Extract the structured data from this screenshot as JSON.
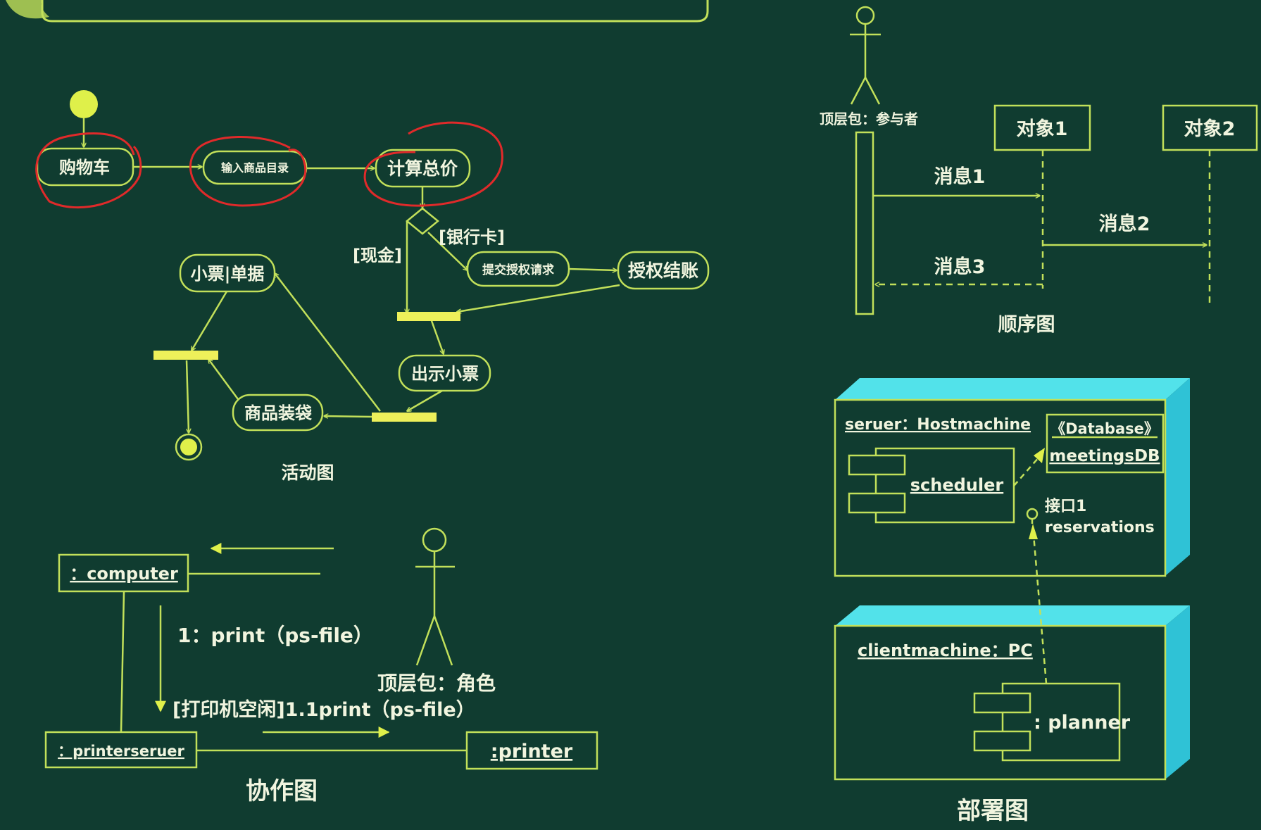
{
  "colors": {
    "background": "#103c30",
    "line": "#c2e05a",
    "text": "#f1f5df",
    "bar": "#eef05a",
    "circle": "#dff04a",
    "annotation": "#e02a2a",
    "node_top": "#52e2ea",
    "node_side": "#2fc2d6"
  },
  "activity": {
    "caption": "活动图",
    "nodes": {
      "cart": "购物车",
      "enter_catalog": "输入商品目录",
      "total": "计算总价",
      "submit_auth": "提交授权请求",
      "authorize": "授权结账",
      "show_receipt": "出示小票",
      "bagging": "商品装袋",
      "receipt": "小票|单据"
    },
    "guards": {
      "bank_card": "[银行卡]",
      "cash": "[现金]"
    }
  },
  "sequence": {
    "caption": "顺序图",
    "actor": "顶层包：参与者",
    "object1": "对象1",
    "object2": "对象2",
    "msg1": "消息1",
    "msg2": "消息2",
    "msg3": "消息3"
  },
  "collaboration": {
    "caption": "协作图",
    "computer": "：computer",
    "printerserver": "：printerseruer",
    "printer": ":printer",
    "actor": "顶层包：角色",
    "msg1": "1：print（ps-file）",
    "msg2": "[打印机空闲]1.1print（ps-file）"
  },
  "deployment": {
    "caption": "部署图",
    "server_node": "seruer：Hostmachine",
    "client_node": "clientmachine：PC",
    "scheduler": "scheduler",
    "db_stereotype": "《Database》",
    "db_name": "meetingsDB",
    "interface_label": "接口1",
    "interface_name": "reservations",
    "planner": ": planner"
  }
}
